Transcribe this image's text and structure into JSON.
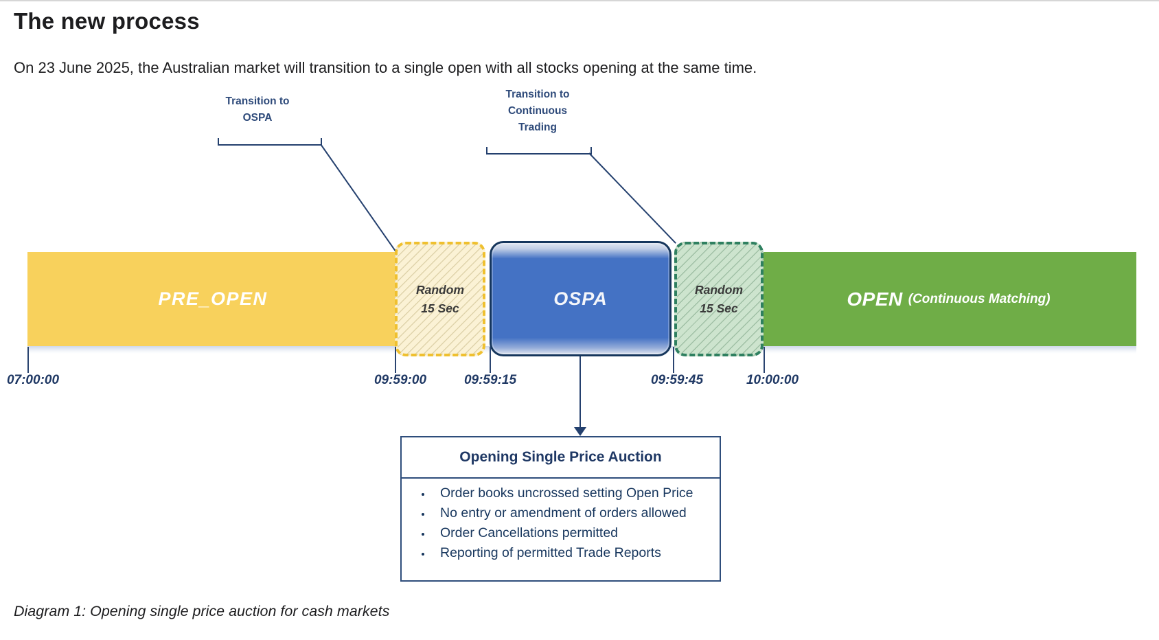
{
  "header": {
    "title": "The new process",
    "subtitle": "On 23 June 2025, the Australian market will transition to a single open with all stocks opening at the same time."
  },
  "diagram": {
    "callout_ospa": {
      "lines": [
        "Transition to",
        "OSPA"
      ]
    },
    "callout_continuous": {
      "lines": [
        "Transition to",
        "Continuous",
        "Trading"
      ]
    },
    "segments": {
      "pre_open": {
        "label": "PRE_OPEN"
      },
      "random_before_ospa": {
        "lines": [
          "Random",
          "15 Sec"
        ]
      },
      "ospa": {
        "label": "OSPA"
      },
      "random_before_open": {
        "lines": [
          "Random",
          "15 Sec"
        ]
      },
      "open": {
        "label": "OPEN",
        "sublabel": "(Continuous Matching)"
      }
    },
    "timeline": {
      "times": [
        "07:00:00",
        "09:59:00",
        "09:59:15",
        "09:59:45",
        "10:00:00"
      ]
    },
    "auction_box": {
      "title": "Opening Single Price Auction",
      "bullets": [
        "Order books uncrossed setting Open Price",
        "No entry or amendment of orders allowed",
        "Order Cancellations permitted",
        "Reporting of permitted Trade Reports"
      ]
    },
    "colors": {
      "pre_open_yellow": "#F8D15C",
      "random_open_dash_gold": "#EFC02F",
      "ospa_blue": "#4472C4",
      "random_open_dash_green": "#2F8060",
      "open_green": "#6FAD47",
      "navy_text": "#1F3864"
    }
  },
  "caption": "Diagram 1: Opening single price auction for cash markets"
}
